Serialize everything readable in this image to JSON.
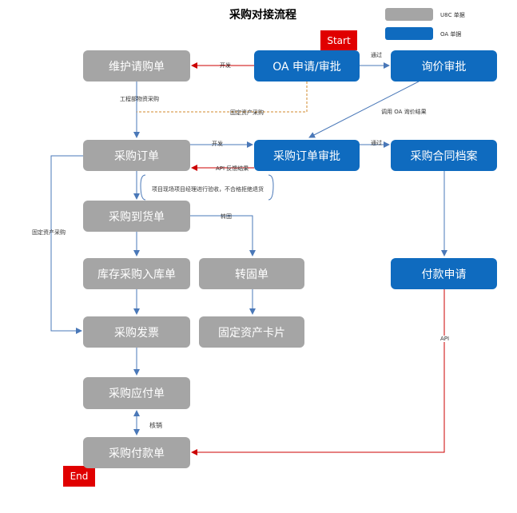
{
  "title": "采购对接流程",
  "legend": [
    {
      "label": "U8C 单据",
      "color": "#a5a5a5"
    },
    {
      "label": "OA 单据",
      "color": "#0f6bbf"
    }
  ],
  "tags": {
    "start": "Start",
    "end": "End"
  },
  "nodes": {
    "maintain_request": "维护请购单",
    "oa_request": "OA 申请/审批",
    "inquiry_approval": "询价审批",
    "purchase_order": "采购订单",
    "po_approval": "采购订单审批",
    "contract_archive": "采购合同档案",
    "arrival": "采购到货单",
    "stock_in": "库存采购入库单",
    "transfer_fixed": "转固单",
    "payment_request": "付款申请",
    "invoice": "采购发票",
    "fixed_asset_card": "固定资产卡片",
    "payable": "采购应付单",
    "payment": "采购付款单"
  },
  "edge_labels": {
    "develop1": "开发",
    "pass1": "通过",
    "engineering": "工程部物资采购",
    "fixed_asset_purchase1": "固定资产采购",
    "call_oa_inquiry": "调用 OA 询价结果",
    "develop2": "开发",
    "pass2": "通过",
    "api_feedback": "API 反馈结果",
    "site_note": "项目现场项目经理进行验收，不合格拒绝退货",
    "transfer": "转固",
    "fixed_asset_purchase2": "固定资产采购",
    "api": "API",
    "write_off": "核销"
  },
  "colors": {
    "u8c": "#a5a5a5",
    "oa": "#0f6bbf",
    "red_arrow": "#cc0000",
    "blue_arrow": "#4a78b8",
    "dashed": "#d08a2e"
  }
}
